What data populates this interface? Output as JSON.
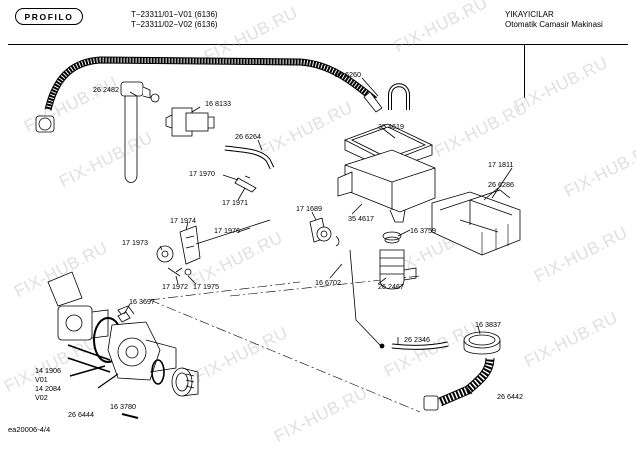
{
  "header": {
    "brand": "PROFILO",
    "model_1": "T−23311/01−V01 (6136)",
    "model_2": "T−23311/02−V02 (6136)",
    "category": "YIKAYICILAR",
    "subtitle": "Otomatik Camasir Makinasi"
  },
  "watermark": "FIX-HUB.RU",
  "parts": {
    "p262482": "26 2482",
    "p168133": "16 8133",
    "p266260": "26 6260",
    "p266264": "26 6264",
    "p354619": "35 4619",
    "p171970": "17 1970",
    "p171971": "17 1971",
    "p171811": "17 1811",
    "p266286": "26 6286",
    "p171974": "17 1974",
    "p171976": "17 1976",
    "p171689": "17 1689",
    "p354617": "35 4617",
    "p171973": "17 1973",
    "p163759": "16 3759",
    "p171972": "17 1972",
    "p171975": "17 1975",
    "p166702": "16 6702",
    "p262467": "26 2467",
    "p163697": "16 3697",
    "p163837": "16 3837",
    "p262346": "26 2346",
    "p141906": "14 1906",
    "v01": "V01",
    "p142084": "14 2084",
    "v02": "V02",
    "p266442": "26 6442",
    "p266444": "26 6444",
    "p163780": "16 3780"
  },
  "footer": {
    "code": "ea20006-4/4"
  }
}
